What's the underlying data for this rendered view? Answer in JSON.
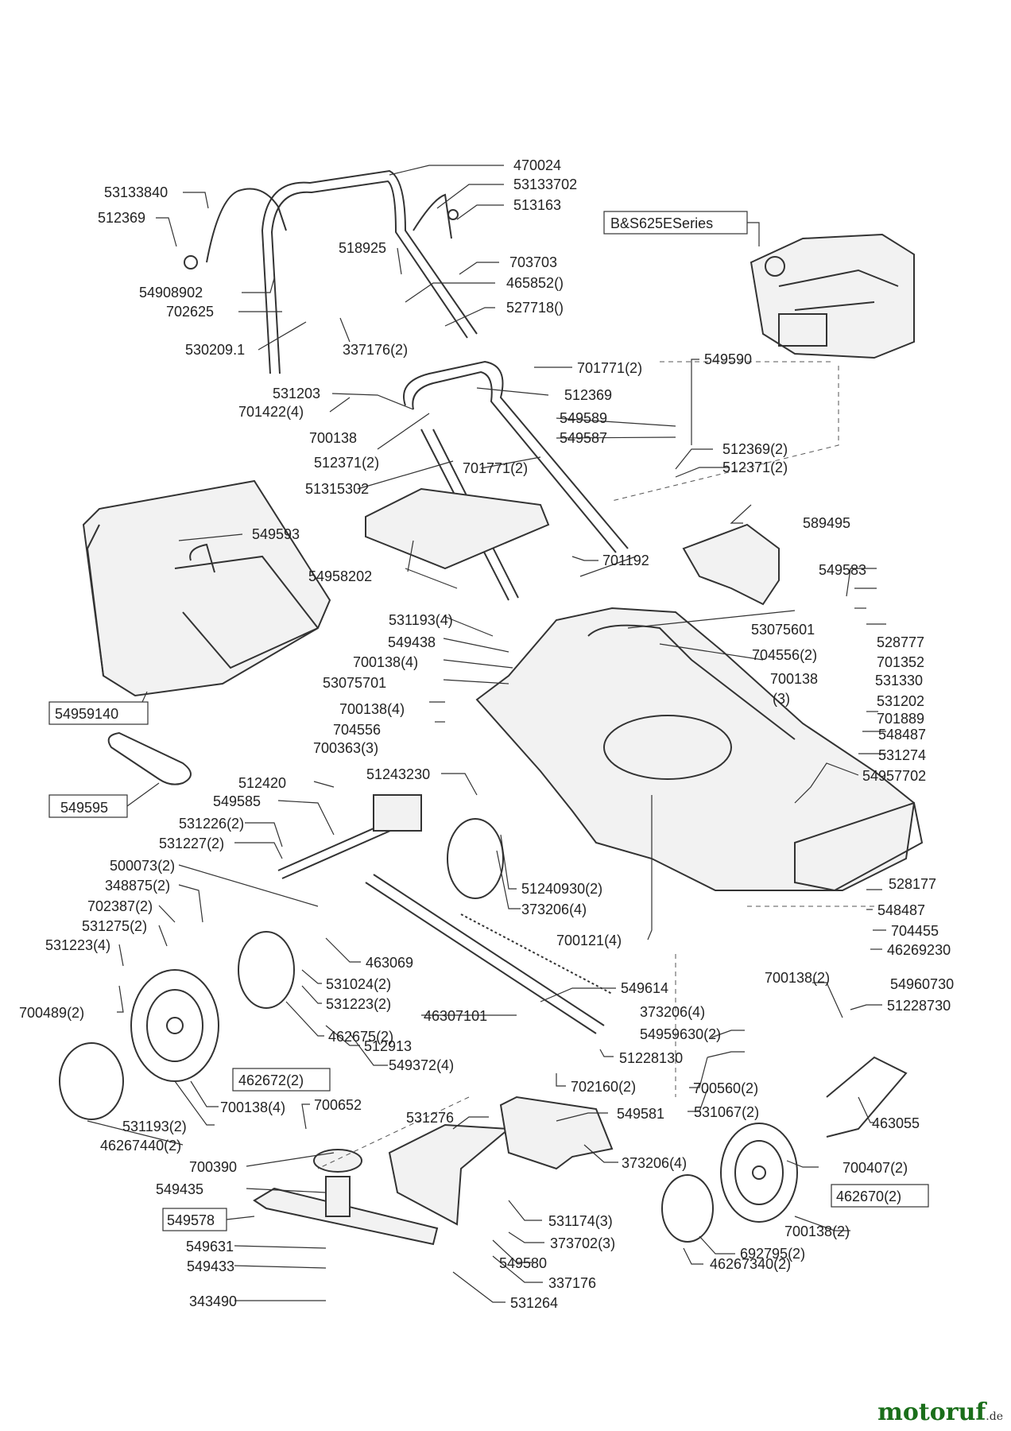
{
  "engine": "B&S625ESeries",
  "parts": {
    "p470024": "470024",
    "p53133702": "53133702",
    "p513163": "513163",
    "p53133840": "53133840",
    "p512369a": "512369",
    "p518925": "518925",
    "p703703": "703703",
    "p465852": "465852()",
    "p527718": "527718()",
    "p54908902": "54908902",
    "p702625": "702625",
    "p530209": "530209.1",
    "p337176_2": "337176(2)",
    "p701771_2a": "701771(2)",
    "p549590": "549590",
    "p531203": "531203",
    "p512369b": "512369",
    "p701422": "701422(4)",
    "p700138a": "700138",
    "p549589": "549589",
    "p549587": "549587",
    "p512371_2a": "512371(2)",
    "p51315302": "51315302",
    "p701771_2b": "701771(2)",
    "p512369_2": "512369(2)",
    "p512371_2b": "512371(2)",
    "p549593": "549593",
    "p589495": "589495",
    "p54958202": "54958202",
    "p701192": "701192",
    "p549583": "549583",
    "p531193_4": "531193(4)",
    "p53075601": "53075601",
    "p549438": "549438",
    "p528777": "528777",
    "p704556_2": "704556(2)",
    "p700138_4a": "700138(4)",
    "p701352": "701352",
    "p700138_3a": "700138",
    "p700138_3b": "(3)",
    "p53075701": "53075701",
    "p531330": "531330",
    "p54959140": "54959140",
    "p700138_4b": "700138(4)",
    "p531202": "531202",
    "p704556": "704556",
    "p701889": "701889",
    "p700363": "700363(3)",
    "p548487a": "548487",
    "p531274": "531274",
    "p549595": "549595",
    "p512420": "512420",
    "p51243230": "51243230",
    "p54957702": "54957702",
    "p549585": "549585",
    "p531226": "531226(2)",
    "p531227": "531227(2)",
    "p500073": "500073(2)",
    "p51240930": "51240930(2)",
    "p348875": "348875(2)",
    "p373206_4a": "373206(4)",
    "p528177": "528177",
    "p702387": "702387(2)",
    "p548487b": "548487",
    "p531275": "531275(2)",
    "p700121": "700121(4)",
    "p704455": "704455",
    "p531223_4": "531223(4)",
    "p463069": "463069",
    "p46269230": "46269230",
    "p531024": "531024(2)",
    "p700138_2a": "700138(2)",
    "p54960730": "54960730",
    "p531223_2": "531223(2)",
    "p549614": "549614",
    "p700489": "700489(2)",
    "p46307101": "46307101",
    "p51228730": "51228730",
    "p462675": "462675(2)",
    "p373206_4b": "373206(4)",
    "p512913": "512913",
    "p54959630": "54959630(2)",
    "p549372": "549372(4)",
    "p51228130": "51228130",
    "p462672": "462672(2)",
    "p702160": "702160(2)",
    "p700138_4c": "700138(4)",
    "p700560": "700560(2)",
    "p700652": "700652",
    "p549581": "549581",
    "p531067": "531067(2)",
    "p531193_2": "531193(2)",
    "p531276": "531276",
    "p463055": "463055",
    "p46267440": "46267440(2)",
    "p373206_4c": "373206(4)",
    "p700390": "700390",
    "p700407": "700407(2)",
    "p549435": "549435",
    "p462670": "462670(2)",
    "p549578": "549578",
    "p531174": "531174(3)",
    "p700138_2b": "700138(2)",
    "p373702": "373702(3)",
    "p692795": "692795(2)",
    "p549631": "549631",
    "p549580": "549580",
    "p46267340": "46267340(2)",
    "p549433": "549433",
    "p337176": "337176",
    "p343490": "343490",
    "p531264": "531264"
  },
  "watermark": {
    "brand": "motoruf",
    "suffix": ".de"
  }
}
